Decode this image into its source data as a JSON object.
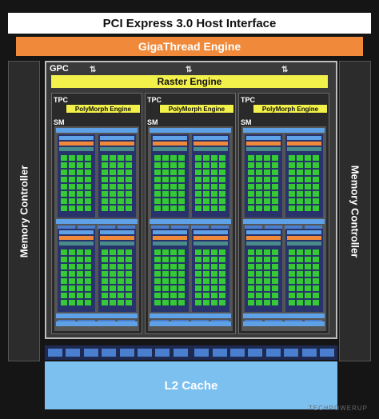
{
  "blocks": {
    "pcie": "PCI Express 3.0 Host Interface",
    "gigathread": "GigaThread Engine",
    "memory_controller_left": "Memory Controller",
    "memory_controller_right": "Memory Controller",
    "gpc": "GPC",
    "raster": "Raster Engine",
    "l2": "L2 Cache"
  },
  "tpcs": [
    {
      "tpc": "TPC",
      "poly": "PolyMorph Engine",
      "sm": "SM"
    },
    {
      "tpc": "TPC",
      "poly": "PolyMorph Engine",
      "sm": "SM"
    },
    {
      "tpc": "TPC",
      "poly": "PolyMorph Engine",
      "sm": "SM"
    }
  ],
  "watermark": "TECHPOWERUP",
  "colors": {
    "background": "#151515",
    "host_interface": "#ffffff",
    "gigathread": "#f08a3a",
    "raster": "#f2f04a",
    "cuda_core": "#35c935",
    "l2_cache": "#7cc0f0",
    "l1_block": "#4a7fd0"
  }
}
